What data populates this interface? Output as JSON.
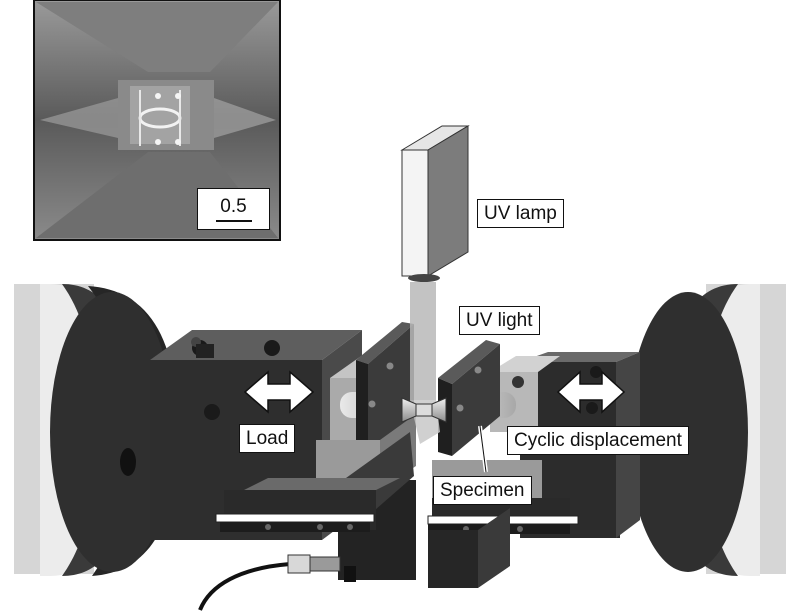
{
  "labels": {
    "uv_lamp": "UV lamp",
    "uv_light": "UV light",
    "load": "Load",
    "cyclic_displacement": "Cyclic displacement",
    "specimen": "Specimen"
  },
  "inset": {
    "scale_value": "0.5"
  },
  "colors": {
    "housing_light": "#cfcfcf",
    "housing_dark": "#3a3a3a",
    "block_dark": "#2f2f2f",
    "block_mid": "#6a6a6a",
    "block_light": "#bdbdbd",
    "beam": "#b8b8b8",
    "text": "#111111"
  }
}
